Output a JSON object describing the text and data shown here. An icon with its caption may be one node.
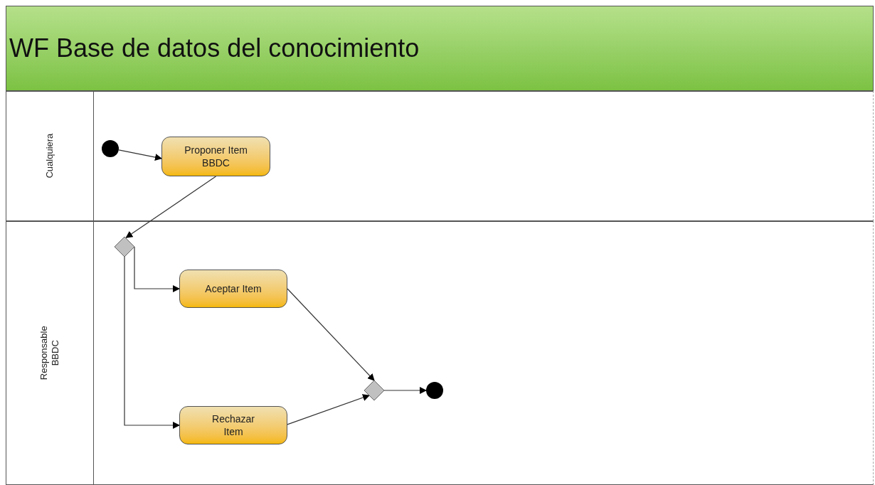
{
  "diagram": {
    "title": "WF Base de datos del conocimiento",
    "nodes": [
      {
        "text": [
          "Cualquiera"
        ]
      },
      {
        "text": [],
        "shape": "circle",
        "in": 0
      },
      {
        "text": [
          "Proponer Item BBDC"
        ],
        "in": 0
      },
      {
        "text": [
          "Responsable BBDC"
        ]
      },
      {
        "text": [],
        "shape": "diamond",
        "in": 3
      },
      {
        "text": [
          "Aceptar Item"
        ],
        "in": 3
      },
      {
        "text": [
          "Rechazar Item"
        ],
        "in": 3
      },
      {
        "text": [],
        "shape": "diamond",
        "in": 3
      },
      {
        "text": [],
        "shape": "circle",
        "in": 3
      }
    ],
    "edges": [
      {
        "from": 1,
        "to": 2,
        "arrow": "to"
      },
      {
        "from": 2,
        "to": 4,
        "arrow": "to"
      },
      {
        "from": 4,
        "to": 5,
        "arrow": "to"
      },
      {
        "from": 4,
        "to": 6,
        "arrow": "to"
      },
      {
        "from": 5,
        "to": 7,
        "arrow": "to"
      },
      {
        "from": 6,
        "to": 7,
        "arrow": "to"
      },
      {
        "from": 7,
        "to": 8,
        "arrow": "to"
      }
    ]
  }
}
